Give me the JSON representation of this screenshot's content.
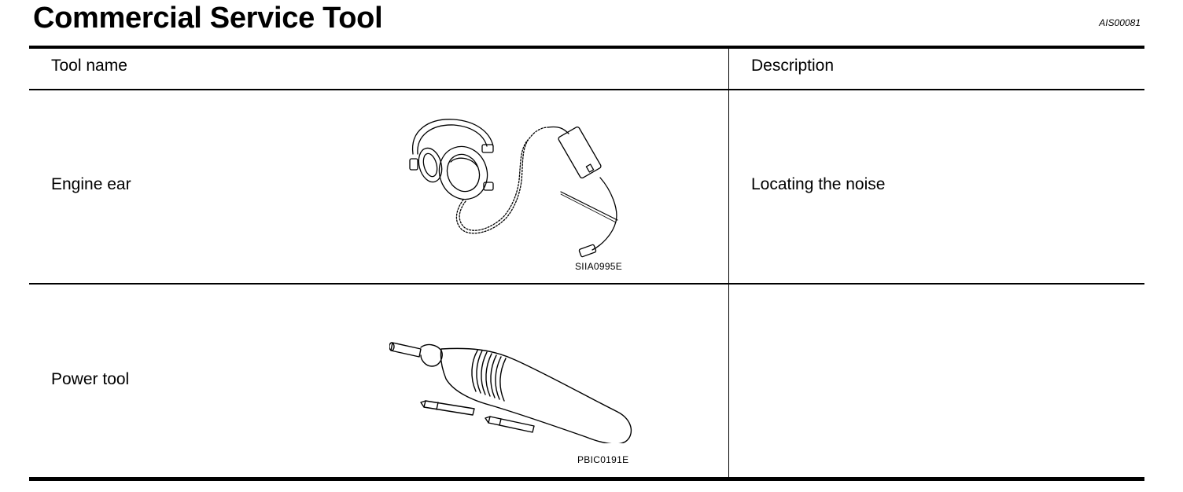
{
  "title": "Commercial Service Tool",
  "ref_code": "AIS00081",
  "table": {
    "headers": {
      "tool_name": "Tool name",
      "description": "Description"
    },
    "rows": [
      {
        "name": "Engine ear",
        "illustration": "engine-ear-stethoscope-headset",
        "illustration_code": "SIIA0995E",
        "description": "Locating the noise"
      },
      {
        "name": "Power tool",
        "illustration": "power-screwdriver-with-bits",
        "illustration_code": "PBIC0191E",
        "description": ""
      }
    ]
  }
}
